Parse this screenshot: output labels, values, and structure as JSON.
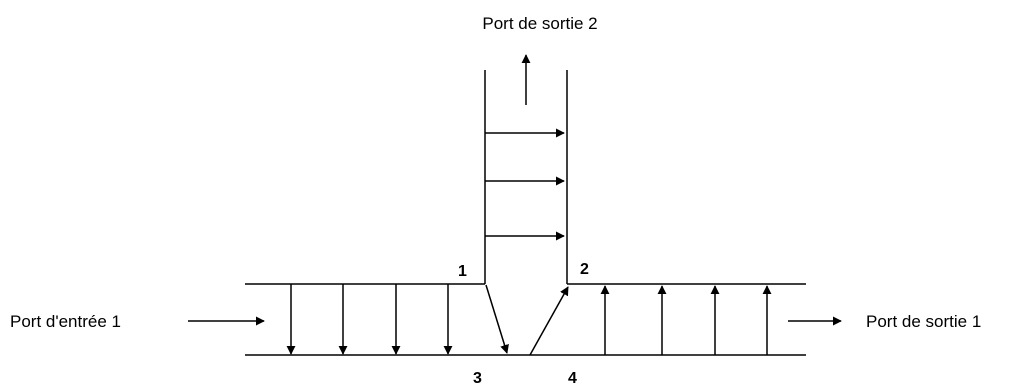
{
  "colors": {
    "line": "#000000",
    "background": "#ffffff"
  },
  "labels": {
    "input_port_1": "Port d'entrée 1",
    "output_port_1": "Port de sortie 1",
    "output_port_2": "Port de sortie 2"
  },
  "corner_labels": {
    "c1": "1",
    "c2": "2",
    "c3": "3",
    "c4": "4"
  }
}
